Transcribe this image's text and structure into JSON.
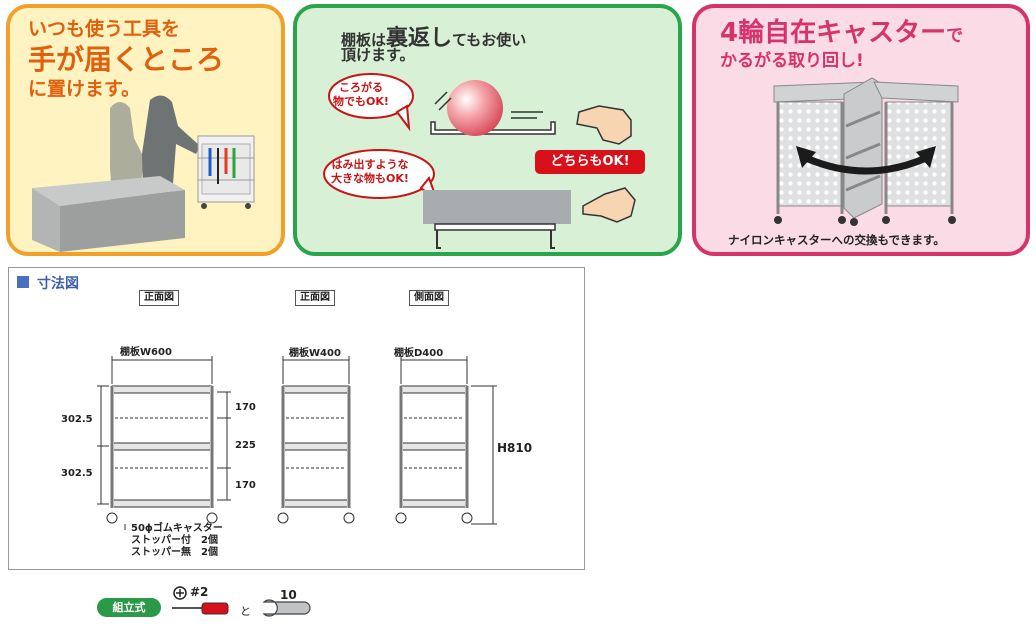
{
  "panel1": {
    "line1": "いつも使う工具を",
    "line2": "手が届くところ",
    "line3": "に置けます。"
  },
  "panel2": {
    "title_part1": "棚板は",
    "title_emph": "裏返し",
    "title_part2": "てもお使い",
    "title_line2": "頂けます。",
    "bubble1_line1": "ころがる",
    "bubble1_line2": "物でもOK!",
    "bubble2_line1": "はみ出すような",
    "bubble2_line2": "大きな物もOK!",
    "badge": "どちらもOK!"
  },
  "panel3": {
    "title_big": "4輪自在キャスター",
    "title_small": "で",
    "title_line2": "かるがる取り回し!",
    "footer": "ナイロンキャスターへの交換もできます。"
  },
  "dimensions": {
    "heading": "寸法図",
    "views": [
      {
        "label": "正面図",
        "shelf": "棚板W600"
      },
      {
        "label": "正面図",
        "shelf": "棚板W400"
      },
      {
        "label": "側面図",
        "shelf": "棚板D400"
      }
    ],
    "dim_302_a": "302.5",
    "dim_302_b": "302.5",
    "dim_170_a": "170",
    "dim_225": "225",
    "dim_170_b": "170",
    "height": "H810",
    "caster_line1": "50ϕゴムキャスター",
    "caster_line2": "ストッパー付　2個",
    "caster_line3": "ストッパー無　2個"
  },
  "assembly": {
    "badge": "組立式",
    "screwdriver": "#2",
    "and": "と",
    "wrench": "10"
  }
}
